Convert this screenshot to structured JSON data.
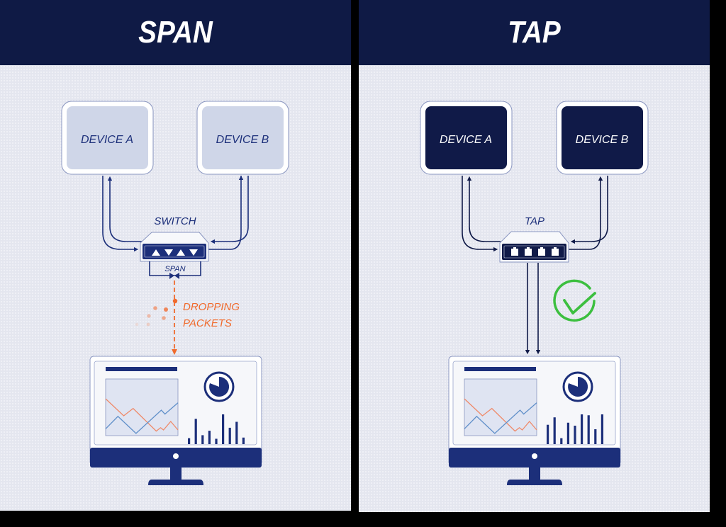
{
  "colors": {
    "header_bg": "#0f1a45",
    "panel_bg": "#e4e6ef",
    "navy": "#1c2f7a",
    "dark_navy": "#101a48",
    "device_light_fill": "#cfd6e8",
    "drop_orange": "#f06a2c",
    "check_green": "#3cbf3f",
    "chart_red": "#ef8a6a",
    "chart_blue": "#5f8fc9"
  },
  "panels": [
    {
      "id": "span",
      "title": "SPAN",
      "device_a": "DEVICE A",
      "device_b": "DEVICE B",
      "hub_label": "SWITCH",
      "hub_port_label": "SPAN",
      "hub_port_icons": [
        "arrow-up-icon",
        "arrow-down-icon",
        "arrow-up-icon",
        "arrow-down-icon"
      ],
      "status_text": [
        "DROPPING",
        "PACKETS"
      ],
      "status": "dropping-packets",
      "monitor_bars": [
        0.2,
        0.85,
        0.3,
        0.45,
        0.18,
        1.0,
        0.55,
        0.75,
        0.22
      ]
    },
    {
      "id": "tap",
      "title": "TAP",
      "device_a": "DEVICE A",
      "device_b": "DEVICE B",
      "hub_label": "TAP",
      "hub_port_icons": [
        "port-icon",
        "port-icon",
        "port-icon",
        "port-icon"
      ],
      "status": "ok",
      "monitor_bars": [
        0.65,
        0.9,
        0.2,
        0.72,
        0.62,
        1.0,
        0.97,
        0.5,
        1.0
      ]
    }
  ]
}
